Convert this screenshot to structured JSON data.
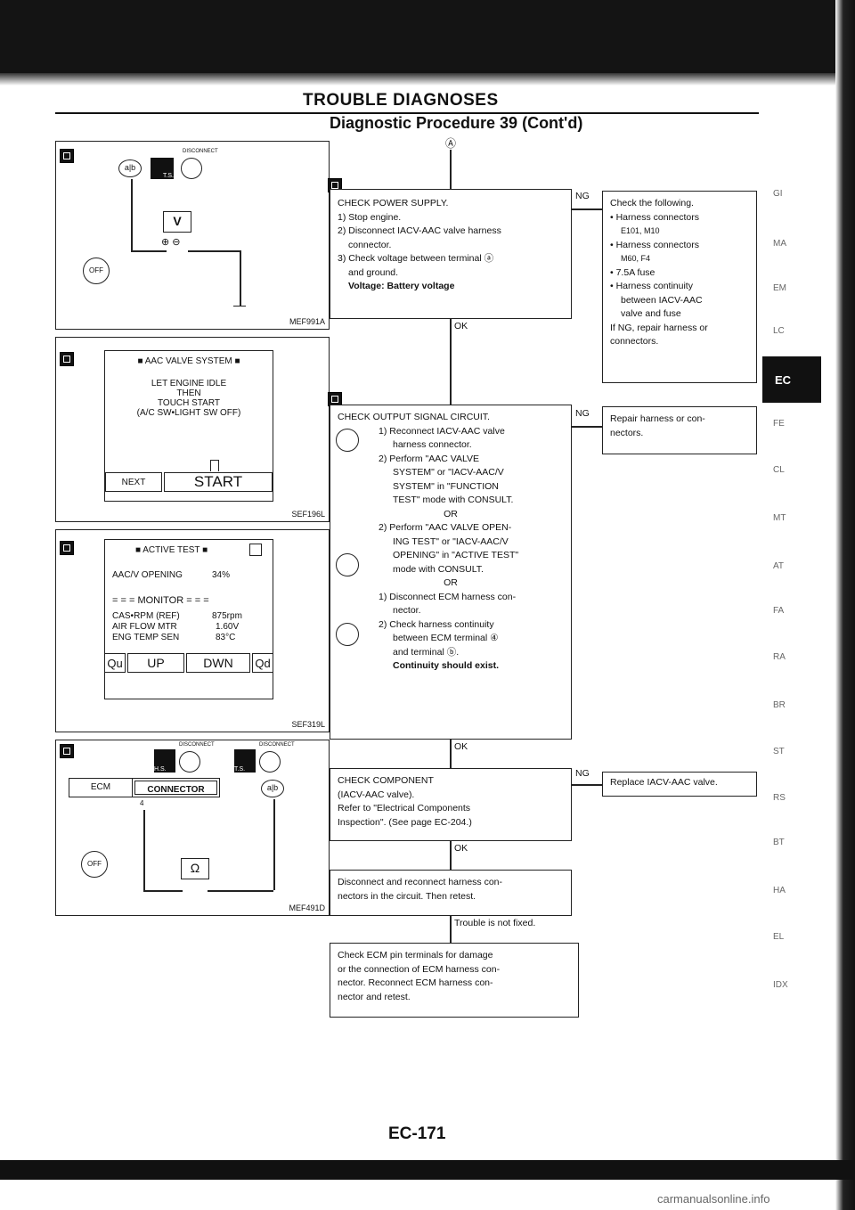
{
  "header": {
    "title": "TROUBLE DIAGNOSES",
    "subtitle": "Diagnostic Procedure 39 (Cont'd)",
    "entry": "Ⓐ"
  },
  "panels": {
    "b": {
      "code": "MEF991A",
      "v_label": "V",
      "plus": "⊕",
      "minus": "⊖",
      "disconnect": "DISCONNECT",
      "off": "OFF",
      "ab": "a|b",
      "ts": "T.S."
    },
    "c1": {
      "code": "SEF196L",
      "title": "■ AAC VALVE SYSTEM ■",
      "line1": "LET ENGINE IDLE",
      "line2": "THEN",
      "line3": "TOUCH START",
      "line4": "(A/C SW•LIGHT SW OFF)",
      "next": "NEXT",
      "start": "START"
    },
    "c2": {
      "code": "SEF319L",
      "title": "■ ACTIVE TEST ■",
      "opening_label": "AAC/V OPENING",
      "opening_value": "34%",
      "monitor": "= = = MONITOR = = =",
      "rows": [
        {
          "label": "CAS•RPM (REF)",
          "value": "875rpm"
        },
        {
          "label": "AIR FLOW MTR",
          "value": "1.60V"
        },
        {
          "label": "ENG TEMP SEN",
          "value": "83°C"
        }
      ],
      "qu": "Qu",
      "up": "UP",
      "dwn": "DWN",
      "qd": "Qd"
    },
    "c3": {
      "code": "MEF491D",
      "disconnect1": "DISCONNECT",
      "disconnect2": "DISCONNECT",
      "ecm": "ECM",
      "connector": "CONNECTOR",
      "pin": "4",
      "ohm": "Ω",
      "ab": "a|b",
      "hs": "H.S.",
      "ts": "T.S.",
      "off": "OFF"
    }
  },
  "flow": {
    "step1": {
      "title": "CHECK POWER SUPPLY.",
      "l1": "1) Stop engine.",
      "l2": "2) Disconnect IACV-AAC valve harness",
      "l3": "connector.",
      "l4": "3) Check voltage between terminal ⓐ",
      "l5": "and ground.",
      "l6": "Voltage: Battery voltage"
    },
    "ng1": {
      "l0": "Check the following.",
      "l1": "• Harness connectors",
      "l2": "E101, M10",
      "l3": "• Harness connectors",
      "l4": "M60, F4",
      "l5": "• 7.5A fuse",
      "l6": "• Harness continuity",
      "l7": "between IACV-AAC",
      "l8": "valve and fuse",
      "l9": "If NG, repair harness or",
      "l10": "connectors."
    },
    "step2": {
      "title": "CHECK OUTPUT SIGNAL CIRCUIT.",
      "a1": "1) Reconnect IACV-AAC valve",
      "a2": "harness connector.",
      "a3": "2) Perform \"AAC VALVE",
      "a4": "SYSTEM\" or \"IACV-AAC/V",
      "a5": "SYSTEM\" in \"FUNCTION",
      "a6": "TEST\" mode with CONSULT.",
      "or": "OR",
      "b1": "2) Perform \"AAC VALVE OPEN-",
      "b2": "ING TEST\" or \"IACV-AAC/V",
      "b3": "OPENING\" in \"ACTIVE TEST\"",
      "b4": "mode with CONSULT.",
      "c1": "1) Disconnect ECM harness con-",
      "c2": "nector.",
      "c3": "2) Check harness continuity",
      "c4": "between ECM terminal ④",
      "c5": "and terminal ⓑ.",
      "c6": "Continuity should exist."
    },
    "ng2": {
      "l1": "Repair harness or con-",
      "l2": "nectors."
    },
    "step3": {
      "l1": "CHECK COMPONENT",
      "l2": "(IACV-AAC valve).",
      "l3": "Refer to \"Electrical Components",
      "l4": "Inspection\". (See page EC-204.)"
    },
    "ng3": {
      "l1": "Replace IACV-AAC valve."
    },
    "step4": {
      "l1": "Disconnect and reconnect harness con-",
      "l2": "nectors in the circuit. Then retest."
    },
    "step5": {
      "l1": "Check ECM pin terminals for damage",
      "l2": "or the connection of ECM harness con-",
      "l3": "nector. Reconnect ECM harness con-",
      "l4": "nector and retest."
    },
    "labels": {
      "ng": "NG",
      "ok": "OK",
      "trouble": "Trouble is not fixed."
    }
  },
  "sidebar": [
    "GI",
    "MA",
    "EM",
    "LC",
    "EC",
    "FE",
    "CL",
    "MT",
    "AT",
    "FA",
    "RA",
    "BR",
    "ST",
    "RS",
    "BT",
    "HA",
    "EL",
    "IDX"
  ],
  "sidebar_active": "EC",
  "page_number": "EC-171",
  "footer": "carmanualsonline.info"
}
